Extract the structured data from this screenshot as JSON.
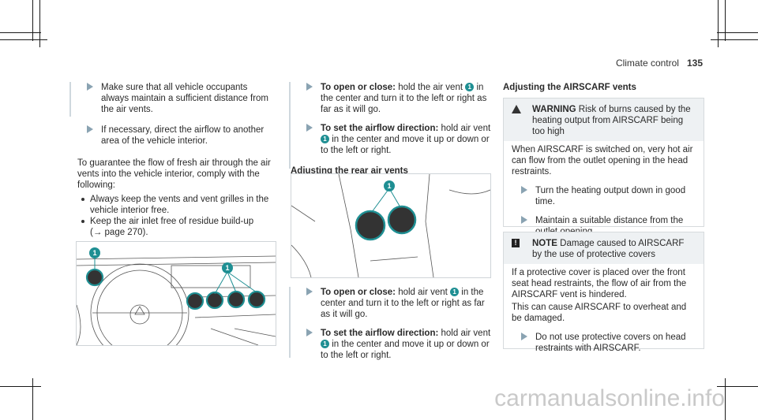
{
  "header": {
    "section": "Climate control",
    "page_number": "135"
  },
  "col1": {
    "bullet1": "Make sure that all vehicle occupants always maintain a sufficient distance from the air vents.",
    "bullet2": "If necessary, direct the airflow to another area of the vehicle interior.",
    "para": "To guarantee the flow of fresh air through the air vents into the vehicle interior, comply with the following:",
    "dot1": "Always keep the vents and vent grilles in the vehicle interior free.",
    "dot2": "Keep the air inlet free of residue build-up",
    "dot2_ref": "(→ page 270)."
  },
  "col2": {
    "open_label": "To open or close:",
    "open_text_a": "hold the air vent",
    "open_text_b": "in the center and turn it to the left or right as far as it will go.",
    "dir_label": "To set the airflow direction:",
    "dir_text_a": "hold air vent",
    "dir_text_b": "in the center and move it up or down or to the left or right.",
    "rear_heading": "Adjusting the rear air vents",
    "open2_label": "To open or close:",
    "open2_text_a": "hold air vent",
    "open2_text_b": "in the center and turn it to the left or right as far as it will go.",
    "dir2_label": "To set the airflow direction:",
    "dir2_text_a": "hold air vent",
    "dir2_text_b": "in the center and move it up or down or to the left or right."
  },
  "col3": {
    "heading": "Adjusting the AIRSCARF vents",
    "warning_label": "WARNING",
    "warning_text": "Risk of burns caused by the heating output from AIRSCARF being too high",
    "warning_body": "When AIRSCARF is switched on, very hot air can flow from the outlet opening in the head restraints.",
    "w_bullet1": "Turn the heating output down in good time.",
    "w_bullet2": "Maintain a suitable distance from the outlet opening.",
    "note_label": "NOTE",
    "note_text": "Damage caused to AIRSCARF by the use of protective covers",
    "note_body1": "If a protective cover is placed over the front seat head restraints, the flow of air from the AIRSCARF vent is hindered.",
    "note_body2": "This can cause AIRSCARF to overheat and be damaged.",
    "n_bullet1": "Do not use protective covers on head restraints with AIRSCARF."
  },
  "callout": "1",
  "watermark": "carmanualsonline.info",
  "colors": {
    "accent": "#1f8f93",
    "arrow": "#8aa3b2"
  }
}
